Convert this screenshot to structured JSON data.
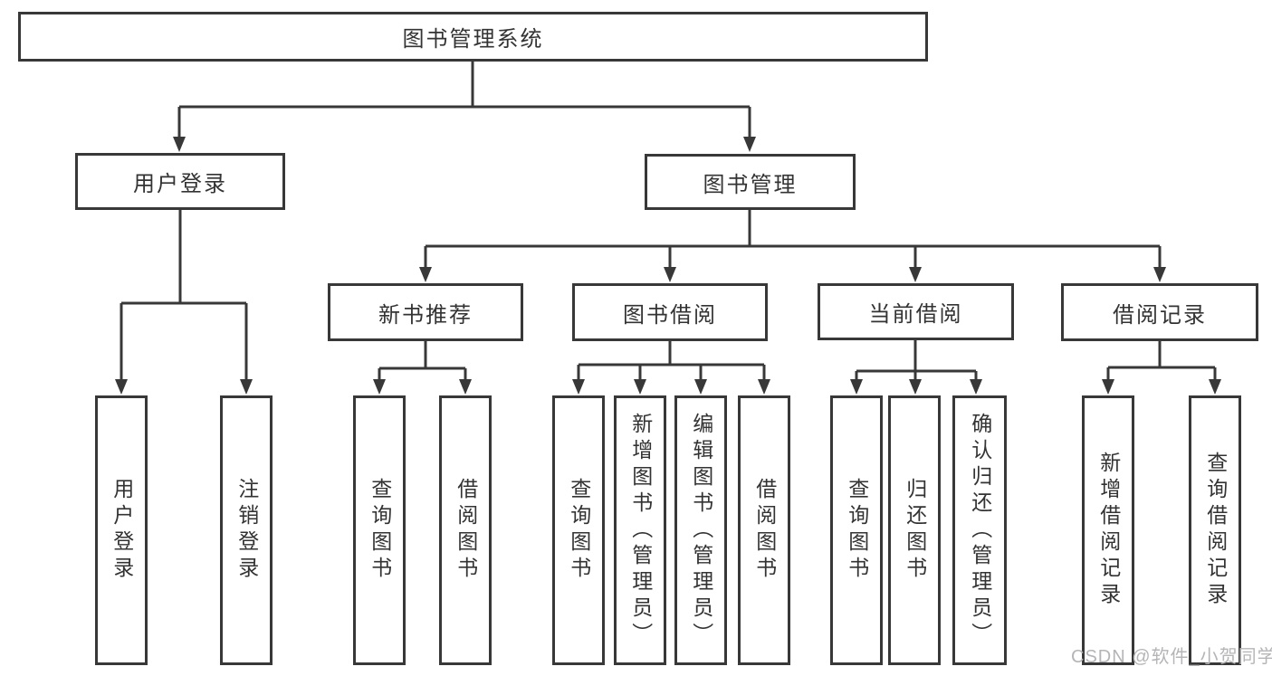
{
  "diagram": {
    "title": "图书管理系统",
    "root": {
      "label": "图书管理系统"
    },
    "branches": [
      {
        "label": "用户登录",
        "children": [
          {
            "label": "用户登录"
          },
          {
            "label": "注销登录"
          }
        ]
      },
      {
        "label": "图书管理",
        "children": [
          {
            "label": "新书推荐",
            "children": [
              {
                "label": "查询图书"
              },
              {
                "label": "借阅图书"
              }
            ]
          },
          {
            "label": "图书借阅",
            "children": [
              {
                "label": "查询图书"
              },
              {
                "label": "新增图书（管理员）"
              },
              {
                "label": "编辑图书（管理员）"
              },
              {
                "label": "借阅图书"
              }
            ]
          },
          {
            "label": "当前借阅",
            "children": [
              {
                "label": "查询图书"
              },
              {
                "label": "归还图书"
              },
              {
                "label": "确认归还（管理员）"
              }
            ]
          },
          {
            "label": "借阅记录",
            "children": [
              {
                "label": "新增借阅记录"
              },
              {
                "label": "查询借阅记录"
              }
            ]
          }
        ]
      }
    ]
  },
  "watermark": {
    "text": "CSDN @软件_小贺同学"
  },
  "colors": {
    "line": "#383838",
    "text": "#333333",
    "watermark": "#b5b5b7",
    "background": "#ffffff"
  }
}
